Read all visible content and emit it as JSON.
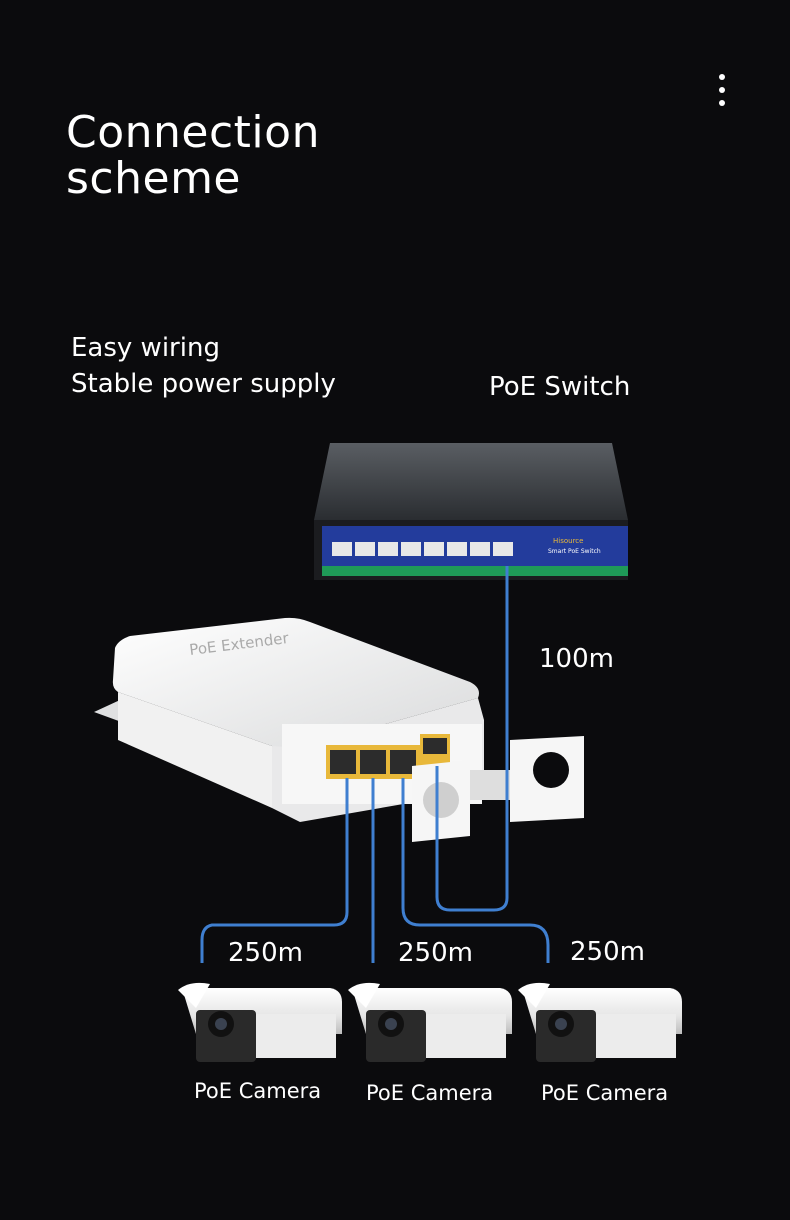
{
  "page": {
    "title_line1": "Connection",
    "title_line2": "scheme",
    "features": [
      "Easy wiring",
      "Stable power supply"
    ],
    "menu_icon": "more-vertical-icon"
  },
  "diagram": {
    "switch": {
      "label": "PoE Switch",
      "brand": "Hisource",
      "model": "Smart PoE Switch"
    },
    "extender": {
      "label": "PoE Extender"
    },
    "uplink_distance": "100m",
    "camera_distances": [
      "250m",
      "250m",
      "250m"
    ],
    "cameras": [
      {
        "label": "PoE Camera"
      },
      {
        "label": "PoE Camera"
      },
      {
        "label": "PoE Camera"
      }
    ],
    "colors": {
      "background": "#0b0b0d",
      "cable": "#3f7fd0",
      "switch_panel": "#233c9c",
      "switch_stripe": "#1f9a58",
      "port_accent": "#e8b83a"
    }
  }
}
